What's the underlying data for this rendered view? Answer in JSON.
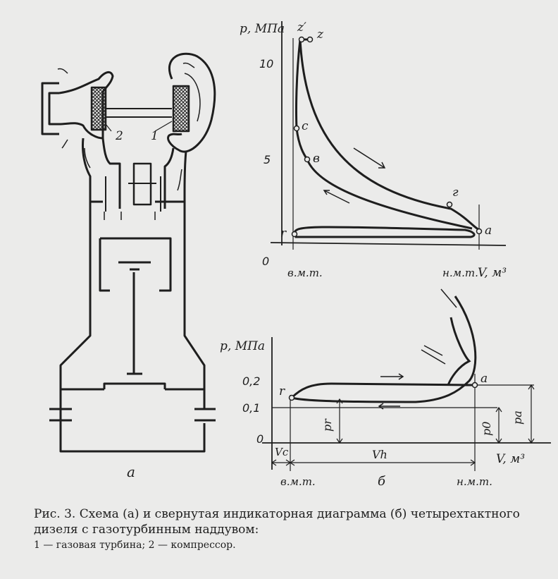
{
  "engine_scheme": {
    "label": "а",
    "turbine_number": "1",
    "compressor_number": "2"
  },
  "diagram_top": {
    "y_label": "p, МПа",
    "x_label": "V, м³",
    "y_ticks": [
      "0",
      "5",
      "10"
    ],
    "origin": "0",
    "tdc_label": "в.м.т.",
    "bdc_label": "н.м.т.",
    "points": {
      "z_prime": "z′",
      "z": "z",
      "c": "c",
      "v": "в",
      "g": "г",
      "a": "a",
      "r": "r"
    }
  },
  "diagram_bottom": {
    "y_label": "p, МПа",
    "x_label": "V, м³",
    "y_ticks": [
      "0,2",
      "0,1",
      "0"
    ],
    "tdc_label": "в.м.т.",
    "bdc_label": "н.м.т.",
    "label": "б",
    "vc": "Vc",
    "vh": "Vh",
    "pr": "pr",
    "p0": "p0",
    "pa": "pa",
    "point_r": "r",
    "point_a": "a"
  },
  "caption": {
    "line1": "Рис. 3. Схема (а) и свернутая индикаторная диаграмма (б) четырехтактного дизеля с газотурбинным наддувом:",
    "legend": "1 — газовая турбина; 2 — компрессор."
  }
}
